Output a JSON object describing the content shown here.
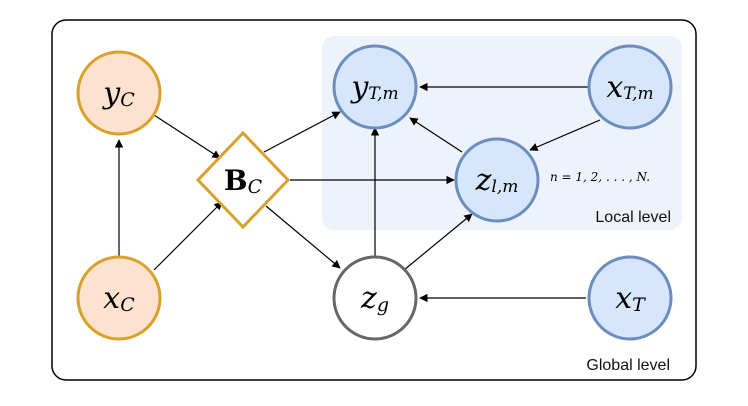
{
  "diagram": {
    "panel_labels": {
      "local": "Local level",
      "global": "Global level",
      "plate_range": "n = 1, 2, . . . , N."
    },
    "nodes": {
      "yC": {
        "base": "y",
        "sub": "C"
      },
      "xC": {
        "base": "x",
        "sub": "C"
      },
      "BC": {
        "base": "B",
        "sub": "C"
      },
      "yTm": {
        "base": "y",
        "sub": "T,m"
      },
      "xTm": {
        "base": "x",
        "sub": "T,m"
      },
      "zlm": {
        "base": "z",
        "sub": "l,m"
      },
      "zg": {
        "base": "z",
        "sub": "g"
      },
      "xT": {
        "base": "x",
        "sub": "T"
      }
    },
    "colors": {
      "context_fill": "#fde3cf",
      "context_stroke": "#d9a02a",
      "target_fill": "#d6e6fb",
      "target_stroke": "#6c8ebf",
      "latent_fill": "#ffffff",
      "latent_stroke": "#666666",
      "local_panel": "#eef3fb"
    }
  }
}
